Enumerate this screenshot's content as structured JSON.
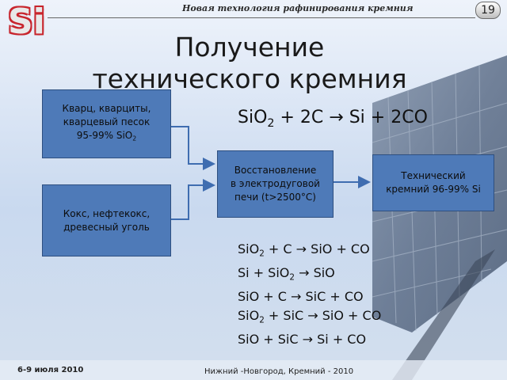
{
  "logo": {
    "text": "Si",
    "color": "#c8242c"
  },
  "header": {
    "text": "Новая технология рафинирования кремния"
  },
  "slide_number": "19",
  "title": "Получение технического кремния",
  "boxes": {
    "quartz": {
      "line1": "Кварц, кварциты,",
      "line2": "кварцевый песок",
      "line3a": "95-99% SiO",
      "line3sub": "2"
    },
    "coke": {
      "line1": "Кокс, нефтекокс,",
      "line2": "древесный уголь"
    },
    "reduction": {
      "line1": "Восстановление",
      "line2": "в электродуговой",
      "line3": "печи (t>2500°C)"
    },
    "technical": {
      "line1": "Технический",
      "line2": "кремний 96-99% Si"
    }
  },
  "main_equation": {
    "a": "SiO",
    "a_sub": "2",
    "b": " + 2C → Si + 2CO"
  },
  "reactions": [
    {
      "a": "SiO",
      "a_sub": "2",
      "b": " + C → SiO + CO",
      "b_sub": "",
      "c": ""
    },
    {
      "a": "Si + SiO",
      "a_sub": "2",
      "b": " → SiO",
      "b_sub": "",
      "c": ""
    },
    {
      "a": "SiO + C → SiC + CO",
      "a_sub": "",
      "b": "",
      "b_sub": "",
      "c": ""
    },
    {
      "a": "SiO",
      "a_sub": "2",
      "b": " + SiC → SiO + CO",
      "b_sub": "",
      "c": ""
    },
    {
      "a": "SiO + SiC → Si + CO",
      "a_sub": "",
      "b": "",
      "b_sub": "",
      "c": ""
    }
  ],
  "footer": {
    "date": "6-9 июля 2010",
    "place": "Нижний -Новгород, Кремний - 2010"
  },
  "colors": {
    "box_fill": "#4e7ab8",
    "box_border": "#2e4f80",
    "arrow": "#3f6db0"
  }
}
